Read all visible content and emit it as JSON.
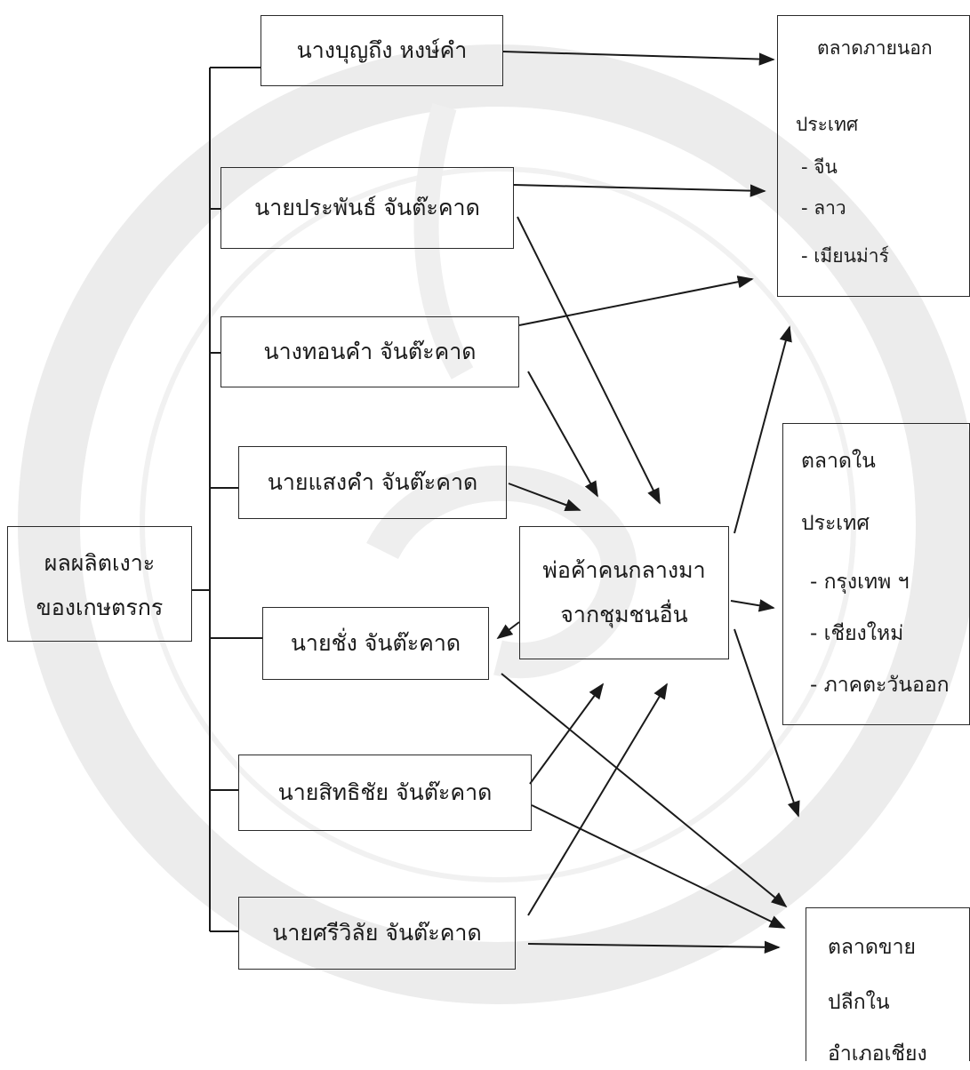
{
  "source": {
    "lines": [
      "ผลผลิตเงาะ",
      "ของเกษตรกร"
    ]
  },
  "farmers": [
    "นางบุญถึง หงษ์คำ",
    "นายประพันธ์ จันต๊ะคาด",
    "นางทอนคำ จันต๊ะคาด",
    "นายแสงคำ จันต๊ะคาด",
    "นายชั่ง จันต๊ะคาด",
    "นายสิทธิชัย จันต๊ะคาด",
    "นายศรีวิลัย จันต๊ะคาด"
  ],
  "middleman": {
    "lines": [
      "พ่อค้าคนกลางมา",
      "จากชุมชนอื่น"
    ]
  },
  "markets": {
    "foreign": {
      "title": "ตลาดภายนอก",
      "title2": "ประเทศ",
      "items": [
        "- จีน",
        "- ลาว",
        "- เมียนม่าร์"
      ]
    },
    "domestic": {
      "title": "ตลาดใน",
      "title2": "ประเทศ",
      "items": [
        "- กรุงเทพ ฯ",
        "- เชียงใหม่",
        "- ภาคตะวันออก"
      ]
    },
    "retail": {
      "lines": [
        "ตลาดขาย",
        "ปลีกใน",
        "อำเภอเชียง"
      ]
    }
  },
  "colors": {
    "stroke": "#1a1a1a",
    "watermark": "#ececec"
  }
}
